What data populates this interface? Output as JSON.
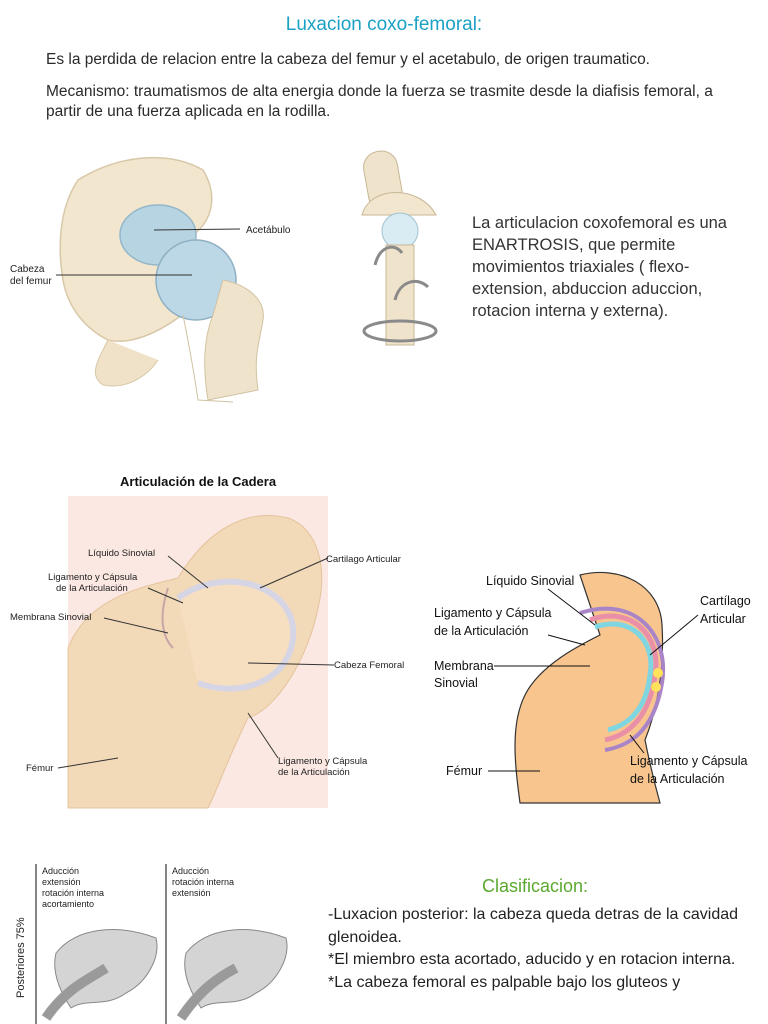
{
  "heading": "Luxacion coxo-femoral:",
  "definition": "Es la perdida de relacion entre la cabeza del femur y el acetabulo, de origen traumatico.",
  "mechanism": "Mecanismo: traumatismos de alta energia donde la fuerza se trasmite desde la diafisis femoral, a partir de una fuerza aplicada en la rodilla.",
  "figure1": {
    "label_acetabulo": "Acetábulo",
    "label_cabeza_1": "Cabeza",
    "label_cabeza_2": "del femur"
  },
  "enartrosis_text": "La articulacion coxofemoral es una ENARTROSIS, que permite movimientos triaxiales ( flexo-extension, abduccion aduccion, rotacion interna y externa).",
  "figure3": {
    "title": "Articulación de la Cadera",
    "liquido": "Líquido Sinovial",
    "ligamento_1a": "Ligamento y Cápsula",
    "ligamento_1b": "de la Articulación",
    "membrana": "Membrana Sinovial",
    "cartilago": "Cartilago Articular",
    "cabeza_femoral": "Cabeza Femoral",
    "femur": "Fémur",
    "ligamento_2a": "Ligamento y Cápsula",
    "ligamento_2b": "de la Articulación"
  },
  "figure4": {
    "liquido": "Líquido Sinovial",
    "ligamento_1a": "Ligamento y Cápsula",
    "ligamento_1b": "de la Articulación",
    "cartilago_a": "Cartílago",
    "cartilago_b": "Articular",
    "membrana_a": "Membrana",
    "membrana_b": "Sinovial",
    "femur": "Fémur",
    "ligamento_2a": "Ligamento y Cápsula",
    "ligamento_2b": "de la Articulación"
  },
  "figure5": {
    "vertical_label": "Posteriores 75%",
    "panel1": [
      "Aducción",
      "extensión",
      "rotación interna",
      "acortamiento"
    ],
    "panel2": [
      "Aducción",
      "rotación interna",
      "extensión"
    ]
  },
  "classification": {
    "title": "Clasificacion:",
    "lines": [
      "-Luxacion posterior: la cabeza queda detras de la cavidad glenoidea.",
      "*El miembro esta acortado, aducido y en rotacion interna.",
      "*La cabeza femoral es palpable bajo los gluteos y"
    ]
  },
  "colors": {
    "heading": "#1ba1c4",
    "classification_title": "#5aa82e",
    "bone": "#f2e6cf",
    "cartilage": "#b7d4e3",
    "femur_orange": "#f8c58e"
  }
}
